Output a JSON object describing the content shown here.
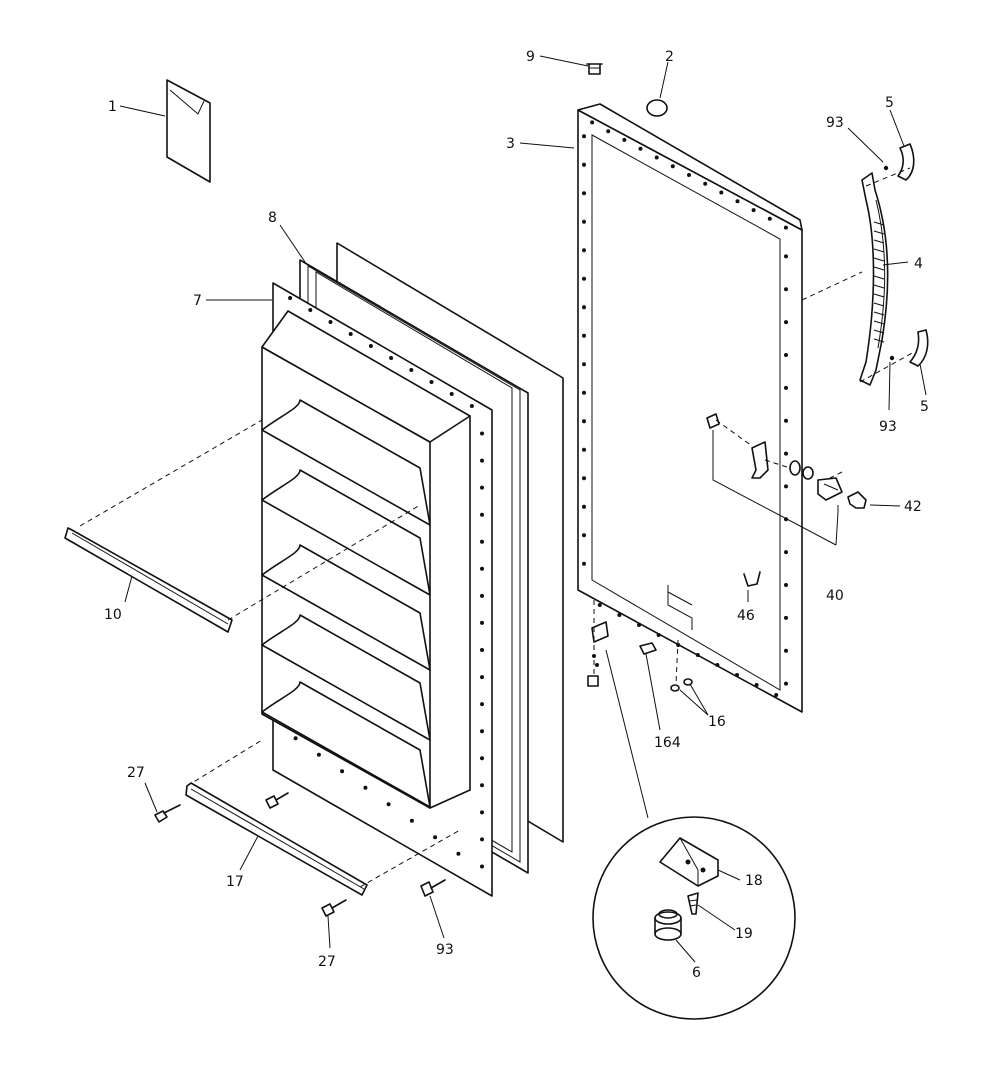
{
  "labels": {
    "p1": "1",
    "p2": "2",
    "p3": "3",
    "p4": "4",
    "p5_top": "5",
    "p5_bottom": "5",
    "p6": "6",
    "p7": "7",
    "p8": "8",
    "p9": "9",
    "p10": "10",
    "p16": "16",
    "p17": "17",
    "p18": "18",
    "p19": "19",
    "p27_left": "27",
    "p27_bottom": "27",
    "p40": "40",
    "p42": "42",
    "p46": "46",
    "p93_top": "93",
    "p93_right": "93",
    "p93_bottom": "93",
    "p164": "164"
  }
}
